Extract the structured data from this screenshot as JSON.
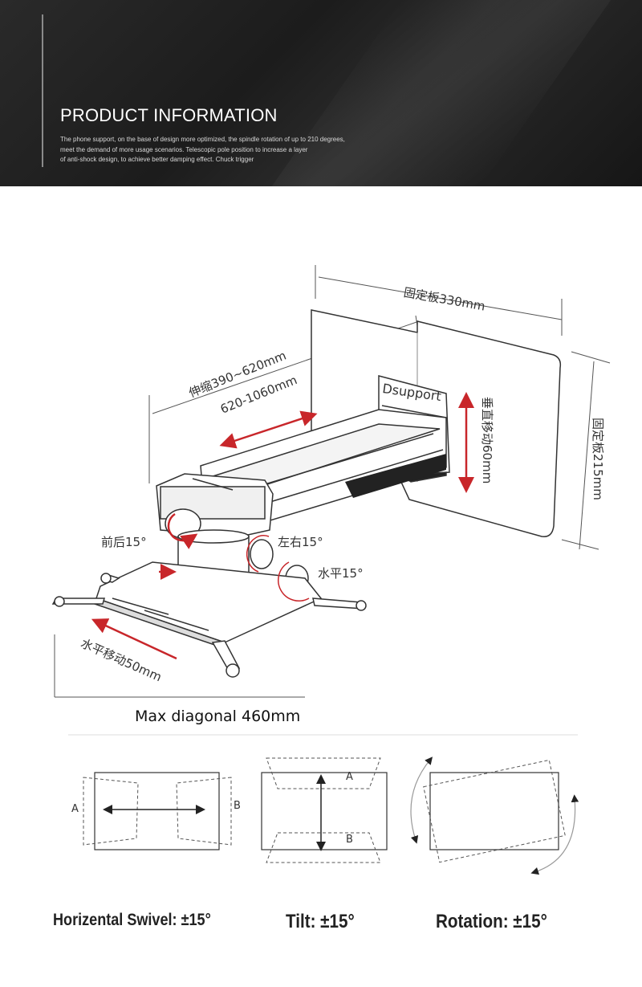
{
  "header": {
    "title": "PRODUCT INFORMATION",
    "description": [
      "The phone support, on the base of design more optimized, the spindle rotation of up to 210 degrees,",
      "meet the demand of more usage scenarios. Telescopic pole position to increase a layer",
      "of anti-shock design, to achieve better damping effect. Chuck trigger"
    ]
  },
  "mount": {
    "plate_width": "固定板330mm",
    "plate_height": "固定板215mm",
    "extension_1": "伸缩390~620mm",
    "extension_2": "620-1060mm",
    "brand": "Dsupport",
    "vertical_move": "垂直移动60mm",
    "tilt_front_back": "前后15°",
    "tilt_left_right": "左右15°",
    "level": "水平15°",
    "horizontal_move": "水平移动50mm",
    "max_diagonal": "Max diagonal 460mm"
  },
  "adjustments": {
    "swivel": {
      "caption": "Horizental Swivel: ±15°",
      "left": "A",
      "right": "B"
    },
    "tilt": {
      "caption": "Tilt: ±15°",
      "top": "A",
      "bottom": "B"
    },
    "rotation": {
      "caption": "Rotation: ±15°"
    }
  },
  "colors": {
    "arrow": "#c8262a",
    "line": "#333333",
    "header_bg": "#1e1e1e"
  }
}
